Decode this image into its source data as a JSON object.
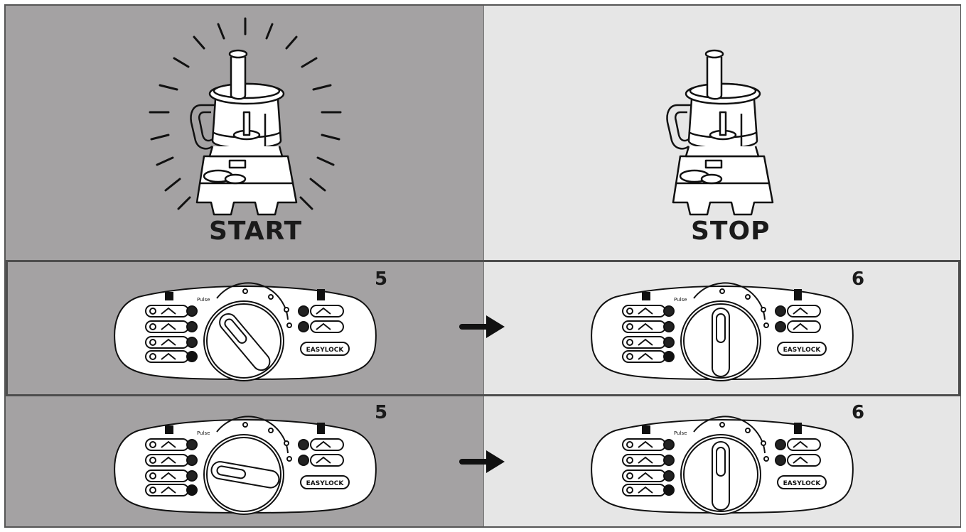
{
  "top": {
    "start_label": "START",
    "stop_label": "STOP"
  },
  "rows": [
    {
      "left_step": "5",
      "right_step": "6",
      "knob_position": "pulse-diagonal"
    },
    {
      "left_step": "5",
      "right_step": "6",
      "knob_position": "pulse-horizontal"
    }
  ],
  "panel": {
    "pulse_label": "Pulse",
    "lock_label": "EASYLOCK"
  },
  "colors": {
    "dark_cell": "#a4a2a3",
    "light_cell": "#e6e6e6",
    "line": "#1a1a1a"
  },
  "icons": [
    "food-processor-icon",
    "arrow-right-icon",
    "control-panel-icon",
    "dial-knob-icon"
  ]
}
